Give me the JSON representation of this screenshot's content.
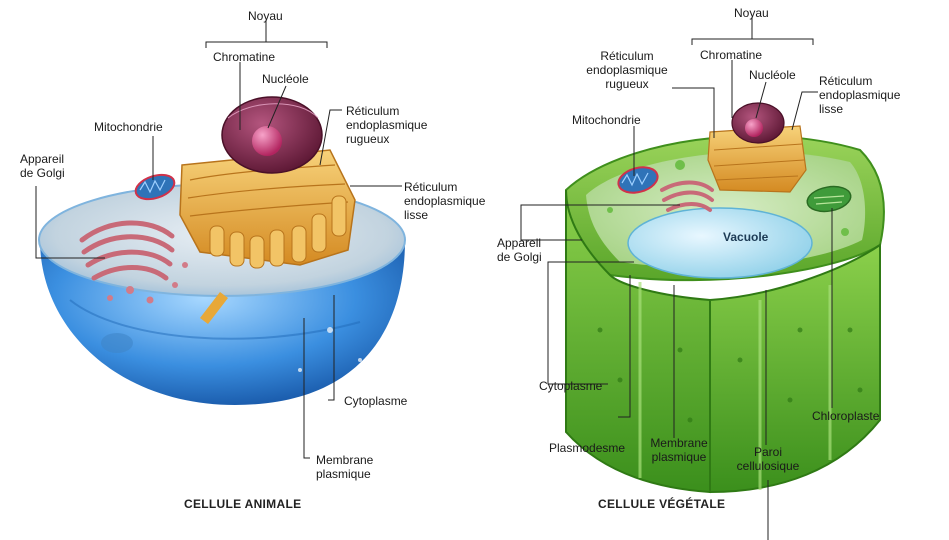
{
  "animal": {
    "caption": "CELLULE ANIMALE",
    "labels": {
      "noyau": "Noyau",
      "chromatine": "Chromatine",
      "nucleole": "Nucléole",
      "mitochondrie": "Mitochondrie",
      "golgi": [
        "Appareil",
        "de Golgi"
      ],
      "rer": [
        "Réticulum",
        "endoplasmique",
        "rugueux"
      ],
      "rel": [
        "Réticulum",
        "endoplasmique",
        "lisse"
      ],
      "cytoplasme": "Cytoplasme",
      "membrane": [
        "Membrane",
        "plasmique"
      ]
    }
  },
  "vegetal": {
    "caption": "CELLULE VÉGÉTALE",
    "labels": {
      "noyau": "Noyau",
      "chromatine": "Chromatine",
      "nucleole": "Nucléole",
      "rer": [
        "Réticulum",
        "endoplasmique",
        "rugueux"
      ],
      "rel": [
        "Réticulum",
        "endoplasmique",
        "lisse"
      ],
      "mitochondrie": "Mitochondrie",
      "golgi": [
        "Appareil",
        "de Golgi"
      ],
      "vacuole": "Vacuole",
      "cytoplasme": "Cytoplasme",
      "plasmodesme": "Plasmodesme",
      "membrane": [
        "Membrane",
        "plasmique"
      ],
      "paroi": [
        "Paroi",
        "cellulosique"
      ],
      "chloroplaste": "Chloroplaste"
    }
  },
  "colors": {
    "animal_cytoplasm": "#2f86d6",
    "plant_wall": "#5fb52a",
    "nucleus": "#7a2a4a",
    "reticulum": "#e8a838",
    "golgi": "#c86a78",
    "mitochondria": "#2f73b8",
    "chloroplast": "#3f9b3a"
  }
}
